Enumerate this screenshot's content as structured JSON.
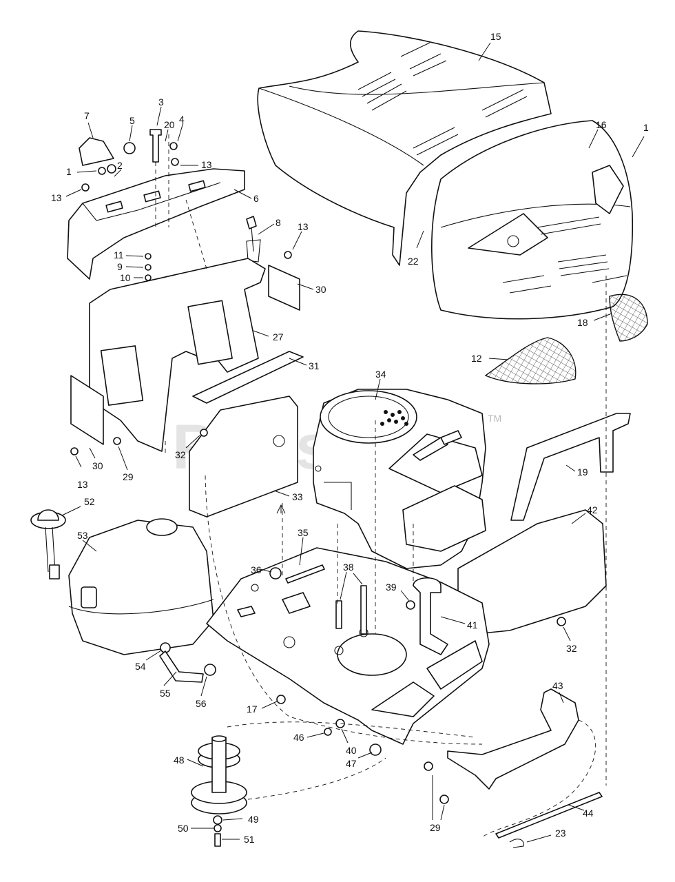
{
  "watermark": {
    "text": "PartsTree",
    "trademark": "TM"
  },
  "callouts": [
    {
      "n": "15"
    },
    {
      "n": "16"
    },
    {
      "n": "1"
    },
    {
      "n": "22"
    },
    {
      "n": "18"
    },
    {
      "n": "12"
    },
    {
      "n": "7"
    },
    {
      "n": "5"
    },
    {
      "n": "3"
    },
    {
      "n": "20"
    },
    {
      "n": "4"
    },
    {
      "n": "13"
    },
    {
      "n": "1"
    },
    {
      "n": "2"
    },
    {
      "n": "13"
    },
    {
      "n": "6"
    },
    {
      "n": "8"
    },
    {
      "n": "13"
    },
    {
      "n": "11"
    },
    {
      "n": "9"
    },
    {
      "n": "10"
    },
    {
      "n": "30"
    },
    {
      "n": "27"
    },
    {
      "n": "31"
    },
    {
      "n": "34"
    },
    {
      "n": "32"
    },
    {
      "n": "30"
    },
    {
      "n": "13"
    },
    {
      "n": "29"
    },
    {
      "n": "33"
    },
    {
      "n": "19"
    },
    {
      "n": "42"
    },
    {
      "n": "52"
    },
    {
      "n": "53"
    },
    {
      "n": "35"
    },
    {
      "n": "36"
    },
    {
      "n": "38"
    },
    {
      "n": "39"
    },
    {
      "n": "41"
    },
    {
      "n": "32"
    },
    {
      "n": "54"
    },
    {
      "n": "55"
    },
    {
      "n": "56"
    },
    {
      "n": "17"
    },
    {
      "n": "43"
    },
    {
      "n": "46"
    },
    {
      "n": "40"
    },
    {
      "n": "47"
    },
    {
      "n": "48"
    },
    {
      "n": "49"
    },
    {
      "n": "50"
    },
    {
      "n": "51"
    },
    {
      "n": "29"
    },
    {
      "n": "44"
    },
    {
      "n": "23"
    }
  ]
}
